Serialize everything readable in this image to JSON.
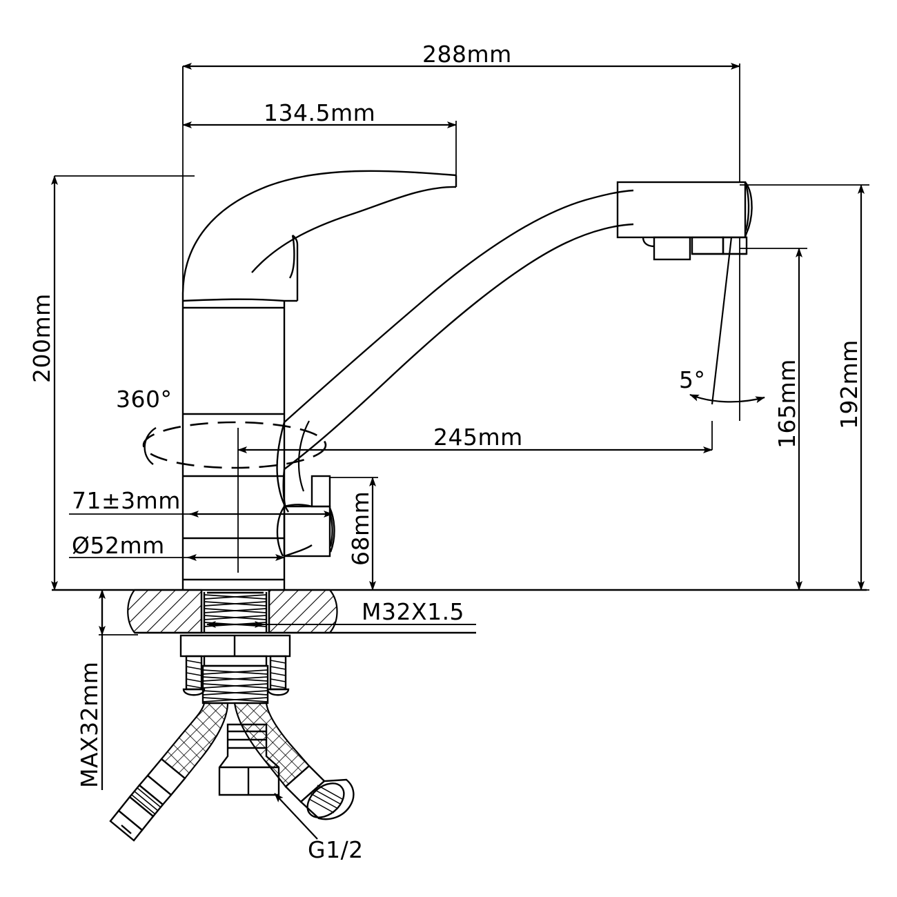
{
  "drawing": {
    "title": "Kitchen faucet technical dimension drawing",
    "units": "mm",
    "line_color": "#000000",
    "background_color": "#ffffff"
  },
  "dimensions": {
    "overall_width": "288mm",
    "handle_reach": "134.5mm",
    "overall_height": "200mm",
    "spout_reach": "245mm",
    "spout_height_inner": "165mm",
    "spout_height_outer": "192mm",
    "side_connector_height": "68mm",
    "deck_plate_spacing": "71±3mm",
    "base_diameter": "Ø52mm",
    "swivel": "360°",
    "aerator_angle": "5°",
    "shank_thread": "M32X1.5",
    "max_deck_thickness": "MAX32mm",
    "hose_thread": "G1/2"
  },
  "labels": [
    {
      "key": "overall_width",
      "text": "288mm"
    },
    {
      "key": "handle_reach",
      "text": "134.5mm"
    },
    {
      "key": "overall_height",
      "text": "200mm"
    },
    {
      "key": "swivel",
      "text": "360°"
    },
    {
      "key": "deck_plate_spacing",
      "text": "71±3mm"
    },
    {
      "key": "base_diameter",
      "text": "Ø52mm"
    },
    {
      "key": "spout_reach",
      "text": "245mm"
    },
    {
      "key": "aerator_angle",
      "text": "5°"
    },
    {
      "key": "spout_height_inner",
      "text": "165mm"
    },
    {
      "key": "spout_height_outer",
      "text": "192mm"
    },
    {
      "key": "side_connector_height",
      "text": "68mm"
    },
    {
      "key": "shank_thread",
      "text": "M32X1.5"
    },
    {
      "key": "max_deck_thickness",
      "text": "MAX32mm"
    },
    {
      "key": "hose_thread",
      "text": "G1/2"
    }
  ]
}
